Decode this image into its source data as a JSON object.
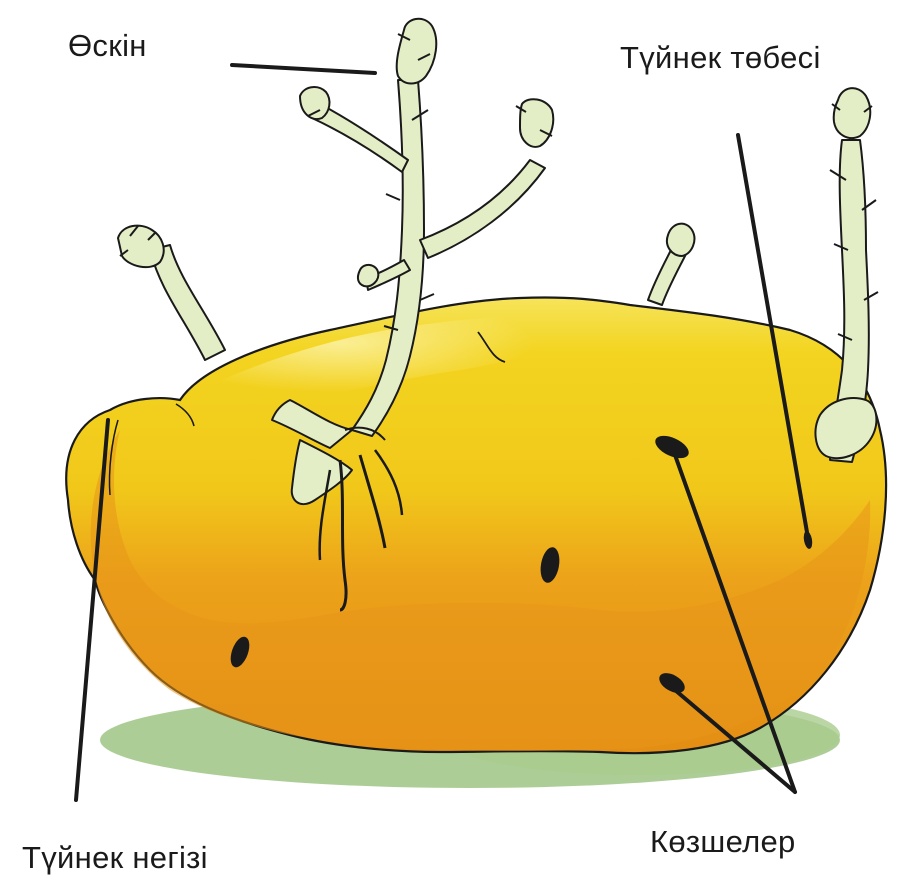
{
  "labels": {
    "sprout": "Өскін",
    "tuber_top": "Түйнек төбесі",
    "tuber_base": "Түйнек негізі",
    "eyes": "Көзшелер"
  },
  "colors": {
    "tuber_light": "#f2d21c",
    "tuber_dark": "#e79a16",
    "sprout": "#e4eec6",
    "shadow": "#9fc484",
    "outline": "#1a1a1a"
  }
}
